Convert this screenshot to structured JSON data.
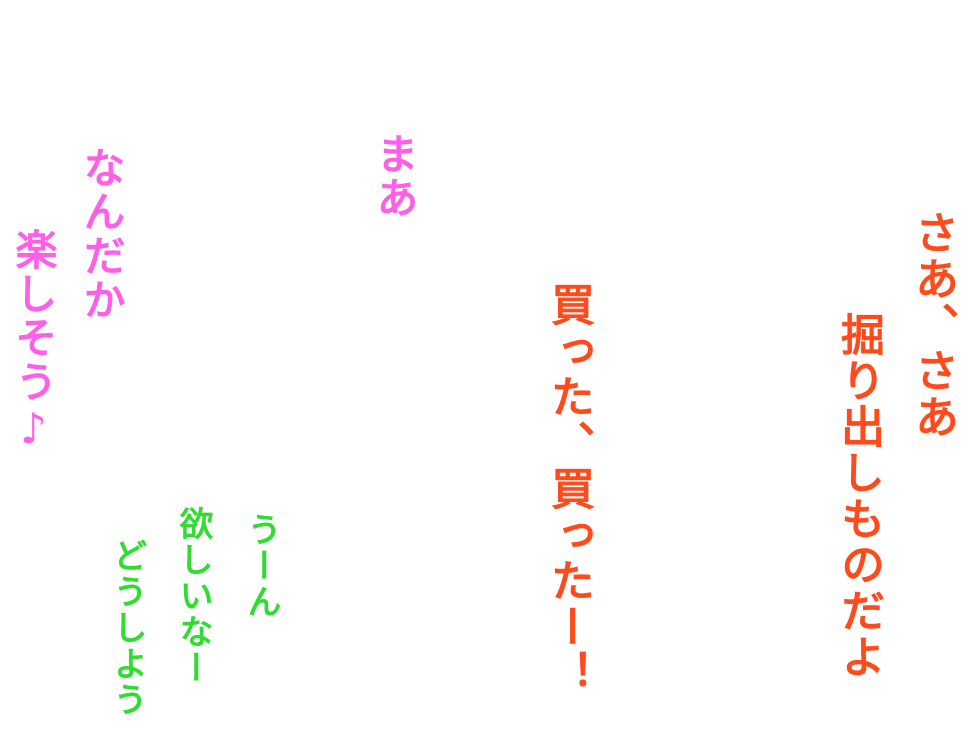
{
  "colors": {
    "background": "#ffffff",
    "red": "#ff4a1c",
    "pink": "#ff5ee8",
    "green": "#2fdc2f"
  },
  "phrases": {
    "saa": "さあ、さあ",
    "horidashi": "掘り出しものだよ",
    "katta": "買った、買ったー！",
    "maa": "まあ",
    "nandaka": "なんだか",
    "tanoshisou": "楽しそう♪",
    "uun": "うーん",
    "hoshii": "欲しいなー",
    "dou": "どうしよう"
  }
}
